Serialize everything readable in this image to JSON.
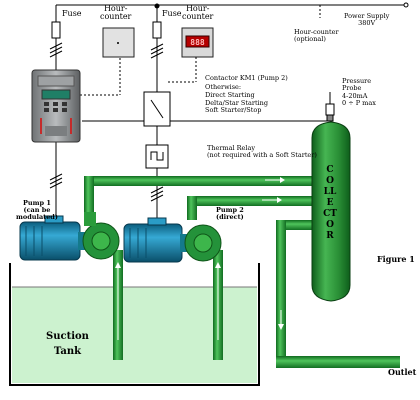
{
  "labels": {
    "fuse_left": "Fuse",
    "hour_counter_left": "Hour-\ncounter",
    "fuse_right": "Fuse",
    "hour_counter_right": "Hour-\ncounter",
    "power_supply": "Power Supply\n380V",
    "hour_counter_optional": "Hour-counter\n(optional)",
    "contactor_title": "Contactor KM1 (Pump 2)",
    "contactor_lines": "Otherwise:\nDirect Starting\nDelta/Star Starting\nSoft Starter/Stop",
    "pressure_probe": "Pressure\nProbe\n4-20mA\n0 ÷ P max",
    "thermal_relay": "Thermal Relay\n(not required with a Soft Starter)",
    "pump1": "Pump 1\n(can be\nmodulated)",
    "pump2": "Pump 2\n(direct)",
    "collector": "COLLECTOR",
    "figure": "Figure 1",
    "suction_tank": "Suction\nTank",
    "outlet": "Outlet"
  },
  "display": {
    "hour_counter_right_digits": "888"
  },
  "colors": {
    "pipe_green": "#2e9e3e",
    "pipe_edge": "#0f5418",
    "tank_water": "#ccf2cf",
    "motor_blue": "#1f8fb8",
    "vfd_gray": "#8f9193"
  }
}
